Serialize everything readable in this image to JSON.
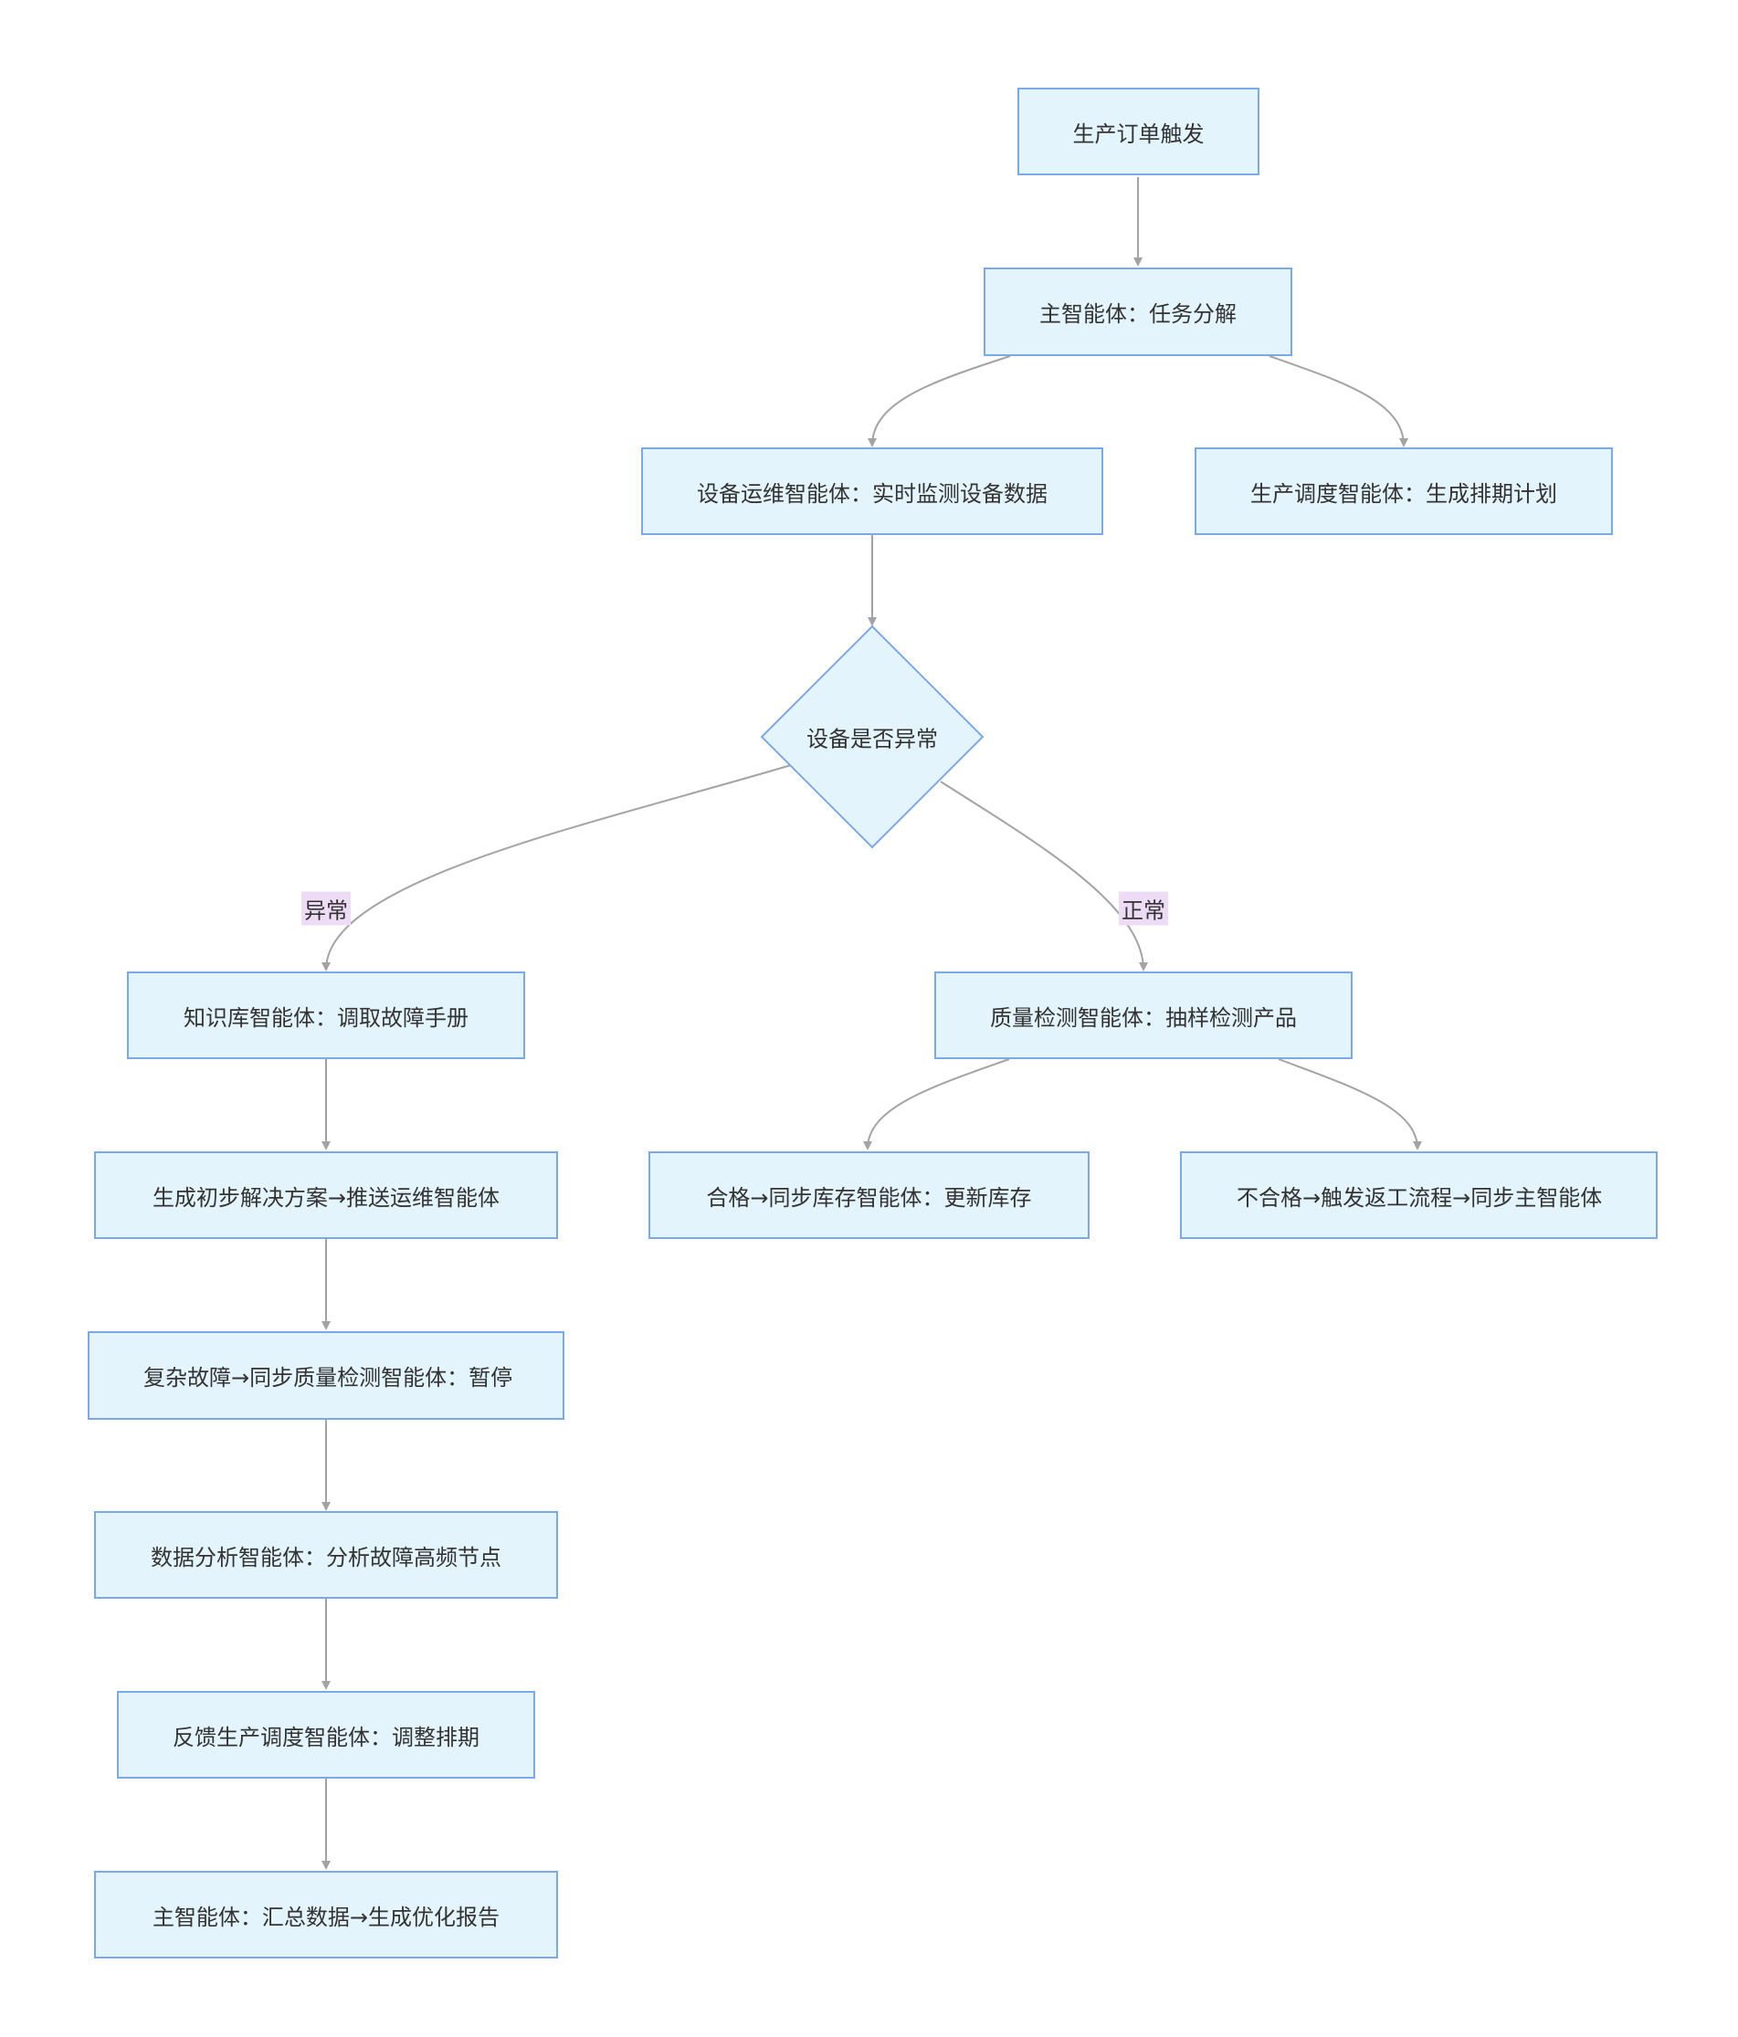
{
  "colors": {
    "node_fill": "#e3f4fc",
    "node_stroke": "#7aa8e8",
    "edge": "#a3a3a3",
    "label_bg": "#eedcf7",
    "text": "#333333"
  },
  "nodes": {
    "n1": "生产订单触发",
    "n2": "主智能体：任务分解",
    "n3": "设备运维智能体：实时监测设备数据",
    "n4": "生产调度智能体：生成排期计划",
    "d1": "设备是否异常",
    "n5": "知识库智能体：调取故障手册",
    "n6": "质量检测智能体：抽样检测产品",
    "n7": "生成初步解决方案→推送运维智能体",
    "n8": "合格→同步库存智能体：更新库存",
    "n9": "不合格→触发返工流程→同步主智能体",
    "n10": "复杂故障→同步质量检测智能体：暂停",
    "n11": "数据分析智能体：分析故障高频节点",
    "n12": "反馈生产调度智能体：调整排期",
    "n13": "主智能体：汇总数据→生成优化报告"
  },
  "edge_labels": {
    "abnormal": "异常",
    "normal": "正常"
  }
}
